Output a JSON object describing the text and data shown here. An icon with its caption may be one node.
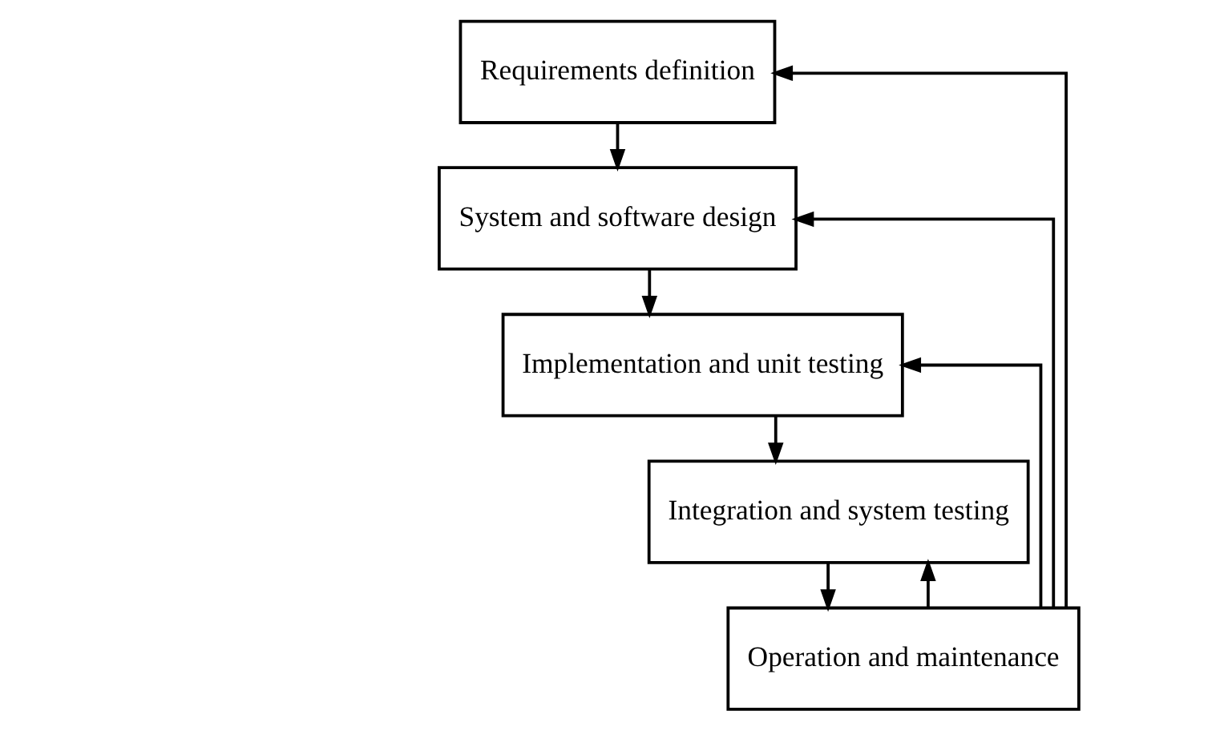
{
  "diagram": {
    "nodes": [
      {
        "text": [
          "Requirements definition"
        ]
      },
      {
        "text": [
          "System and software design"
        ]
      },
      {
        "text": [
          "Implementation and unit testing"
        ]
      },
      {
        "text": [
          "Integration and system testing"
        ]
      },
      {
        "text": [
          "Operation and maintenance"
        ]
      }
    ],
    "edges": [
      {
        "from": 0,
        "to": 1,
        "arrow": "to"
      },
      {
        "from": 1,
        "to": 2,
        "arrow": "to"
      },
      {
        "from": 2,
        "to": 3,
        "arrow": "to"
      },
      {
        "from": 3,
        "to": 4,
        "arrow": "to"
      },
      {
        "from": 4,
        "to": 3,
        "arrow": "to"
      },
      {
        "from": 4,
        "to": 2,
        "arrow": "to"
      },
      {
        "from": 4,
        "to": 1,
        "arrow": "to"
      },
      {
        "from": 4,
        "to": 0,
        "arrow": "to"
      }
    ]
  }
}
